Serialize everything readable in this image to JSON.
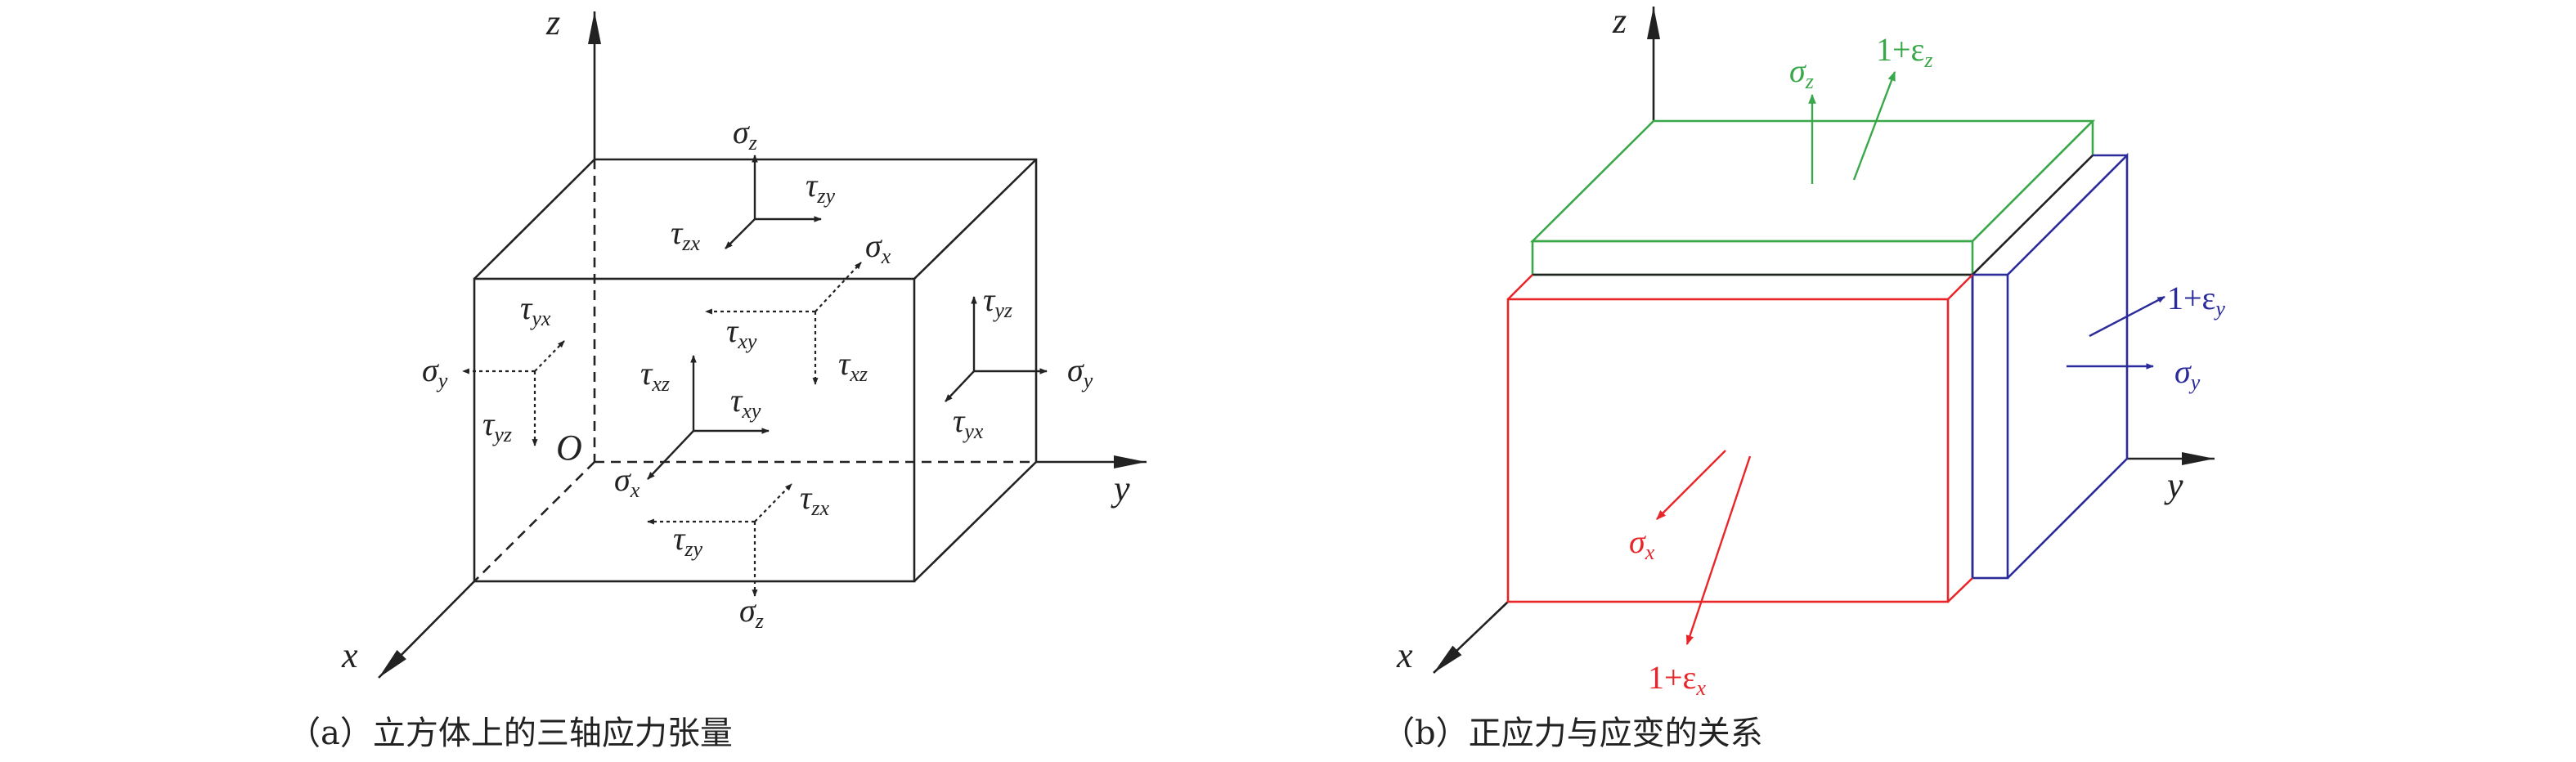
{
  "colors": {
    "green": "#3aa84a",
    "red": "#e8262a",
    "blue": "#2b2b9a",
    "black": "#222222"
  },
  "panel_a": {
    "axes": {
      "z": "z",
      "y": "y",
      "x": "x",
      "origin": "O"
    },
    "labels": {
      "top_sigma_z": {
        "base": "σ",
        "sub": "z"
      },
      "top_tau_zy": {
        "base": "τ",
        "sub": "zy"
      },
      "top_tau_zx": {
        "base": "τ",
        "sub": "zx"
      },
      "back_sigma_x": {
        "base": "σ",
        "sub": "x"
      },
      "back_tau_xy": {
        "base": "τ",
        "sub": "xy"
      },
      "back_tau_xz": {
        "base": "τ",
        "sub": "xz"
      },
      "front_tau_xz": {
        "base": "τ",
        "sub": "xz"
      },
      "front_tau_xy": {
        "base": "τ",
        "sub": "xy"
      },
      "front_sigma_x": {
        "base": "σ",
        "sub": "x"
      },
      "left_sigma_y": {
        "base": "σ",
        "sub": "y"
      },
      "left_tau_yx": {
        "base": "τ",
        "sub": "yx"
      },
      "left_tau_yz": {
        "base": "τ",
        "sub": "yz"
      },
      "right_tau_yz": {
        "base": "τ",
        "sub": "yz"
      },
      "right_sigma_y": {
        "base": "σ",
        "sub": "y"
      },
      "right_tau_yx": {
        "base": "τ",
        "sub": "yx"
      },
      "bottom_tau_zx": {
        "base": "τ",
        "sub": "zx"
      },
      "bottom_tau_zy": {
        "base": "τ",
        "sub": "zy"
      },
      "bottom_sigma_z": {
        "base": "σ",
        "sub": "z"
      }
    },
    "caption": "（a）立方体上的三轴应力张量"
  },
  "panel_b": {
    "axes": {
      "z": "z",
      "y": "y",
      "x": "x"
    },
    "labels": {
      "sigma_z": {
        "base": "σ",
        "sub": "z"
      },
      "strain_z": {
        "base": "1+ε",
        "sub": "z"
      },
      "strain_y": {
        "base": "1+ε",
        "sub": "y"
      },
      "sigma_y": {
        "base": "σ",
        "sub": "y"
      },
      "sigma_x": {
        "base": "σ",
        "sub": "x"
      },
      "strain_x": {
        "base": "1+ε",
        "sub": "x"
      }
    },
    "caption": "（b）正应力与应变的关系"
  }
}
